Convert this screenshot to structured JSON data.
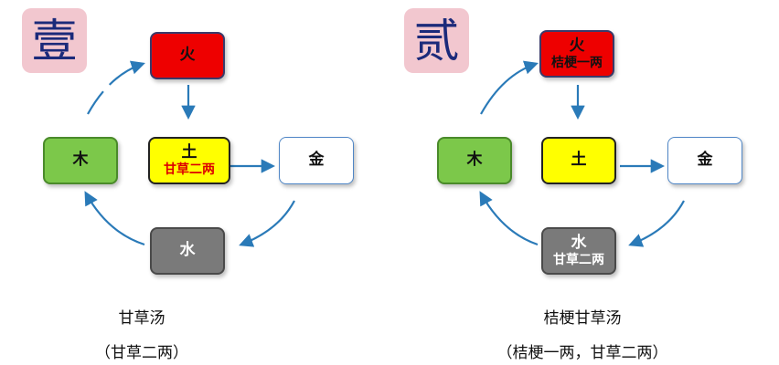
{
  "left_panel": {
    "badge": "壹",
    "fire": {
      "label": "火",
      "sub": ""
    },
    "earth": {
      "label": "土",
      "sub": "甘草二两"
    },
    "wood": {
      "label": "木"
    },
    "metal": {
      "label": "金"
    },
    "water": {
      "label": "水",
      "sub": ""
    },
    "title": "甘草汤",
    "dosage": "（甘草二两）"
  },
  "right_panel": {
    "badge": "贰",
    "fire": {
      "label": "火",
      "sub": "桔梗一两"
    },
    "earth": {
      "label": "土",
      "sub": ""
    },
    "wood": {
      "label": "木"
    },
    "metal": {
      "label": "金"
    },
    "water": {
      "label": "水",
      "sub": "甘草二两"
    },
    "title": "桔梗甘草汤",
    "dosage": "（桔梗一两，甘草二两）"
  },
  "colors": {
    "fire": "#ee0000",
    "earth": "#ffff00",
    "wood": "#7cc84a",
    "metal": "#ffffff",
    "water": "#7a7a7a",
    "arrow": "#2a7ab8",
    "badge_bg": "#f2c7cf",
    "badge_text": "#1b2a7a",
    "highlight_text": "#dd0000"
  }
}
